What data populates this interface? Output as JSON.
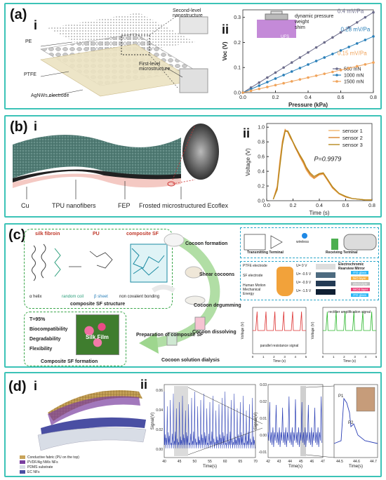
{
  "panel_a": {
    "label": "(a)",
    "sub_i": "i",
    "sub_ii": "ii",
    "layers": {
      "pe": "PE",
      "ptfe": "PTFE",
      "agnws": "AgNWs electrode"
    },
    "second_level": "Second-level nanostructure",
    "first_level": "First-level microstructure",
    "inset": {
      "dynamic": "dynamic pressure",
      "weight": "weight",
      "shim": "shim",
      "ufs": "UFS"
    },
    "chart_data": {
      "type": "line",
      "xlabel": "Pressure (kPa)",
      "ylabel": "Voc (V)",
      "xlim": [
        0,
        0.8
      ],
      "ylim": [
        0,
        0.33
      ],
      "xticks": [
        "0.0",
        "0.2",
        "0.4",
        "0.6",
        "0.8"
      ],
      "yticks": [
        "0.0",
        "0.1",
        "0.2",
        "0.3"
      ],
      "series": [
        {
          "name": "500 mN",
          "color": "#6b6b8a",
          "x": [
            0,
            0.05,
            0.1,
            0.15,
            0.2,
            0.25,
            0.3,
            0.35,
            0.4,
            0.45,
            0.5,
            0.55,
            0.6,
            0.65,
            0.7,
            0.75,
            0.8
          ],
          "y": [
            0,
            0.02,
            0.04,
            0.06,
            0.08,
            0.1,
            0.12,
            0.14,
            0.16,
            0.18,
            0.2,
            0.22,
            0.24,
            0.26,
            0.28,
            0.3,
            0.32
          ]
        },
        {
          "name": "1000 mN",
          "color": "#2a7fb8",
          "x": [
            0,
            0.05,
            0.1,
            0.15,
            0.2,
            0.25,
            0.3,
            0.35,
            0.4,
            0.45,
            0.5,
            0.55,
            0.6,
            0.65,
            0.7,
            0.75,
            0.8
          ],
          "y": [
            0,
            0.014,
            0.028,
            0.042,
            0.056,
            0.07,
            0.084,
            0.098,
            0.112,
            0.126,
            0.14,
            0.154,
            0.168,
            0.182,
            0.196,
            0.21,
            0.224
          ]
        },
        {
          "name": "1500 mN",
          "color": "#f0a35a",
          "x": [
            0,
            0.05,
            0.1,
            0.15,
            0.2,
            0.25,
            0.3,
            0.35,
            0.4,
            0.45,
            0.5,
            0.55,
            0.6,
            0.65,
            0.7,
            0.75,
            0.8
          ],
          "y": [
            0,
            0.0075,
            0.015,
            0.0225,
            0.03,
            0.0375,
            0.045,
            0.0525,
            0.06,
            0.0675,
            0.075,
            0.0825,
            0.09,
            0.0975,
            0.105,
            0.1125,
            0.12
          ]
        }
      ],
      "annotations": [
        "0.4 mV/Pa",
        "0.28 mV/Pa",
        "0.15 mV/Pa"
      ]
    }
  },
  "panel_b": {
    "label": "(b)",
    "sub_i": "i",
    "sub_ii": "ii",
    "layers": {
      "cu": "Cu",
      "tpu": "TPU nanofibers",
      "fep": "FEP",
      "ecoflex": "Frosted microstructured Ecoflex"
    },
    "chart_data": {
      "type": "line",
      "xlabel": "Time (s)",
      "ylabel": "Voltage (V)",
      "xlim": [
        0,
        0.8
      ],
      "ylim": [
        0,
        1.05
      ],
      "xticks": [
        "0.0",
        "0.2",
        "0.4",
        "0.6",
        "0.8"
      ],
      "yticks": [
        "0.0",
        "0.2",
        "0.4",
        "0.6",
        "0.8",
        "1.0"
      ],
      "annotation": "P=0.9979",
      "series": [
        {
          "name": "sensor 1",
          "color": "#f2b36b",
          "x": [
            0.05,
            0.08,
            0.1,
            0.12,
            0.14,
            0.16,
            0.18,
            0.2,
            0.22,
            0.25,
            0.28,
            0.3,
            0.33,
            0.36,
            0.4,
            0.43,
            0.46,
            0.5,
            0.55,
            0.6,
            0.65,
            0.7,
            0.75,
            0.8
          ],
          "y": [
            0.02,
            0.2,
            0.55,
            0.82,
            0.97,
            0.93,
            0.85,
            0.8,
            0.72,
            0.6,
            0.5,
            0.42,
            0.34,
            0.3,
            0.35,
            0.36,
            0.28,
            0.17,
            0.09,
            0.05,
            0.03,
            0.02,
            0.01,
            0.01
          ]
        },
        {
          "name": "sensor 2",
          "color": "#d9822b",
          "x": [
            0.05,
            0.08,
            0.1,
            0.12,
            0.14,
            0.16,
            0.18,
            0.2,
            0.22,
            0.25,
            0.28,
            0.3,
            0.33,
            0.36,
            0.4,
            0.43,
            0.46,
            0.5,
            0.55,
            0.6,
            0.65,
            0.7,
            0.75,
            0.8
          ],
          "y": [
            0.02,
            0.18,
            0.5,
            0.8,
            0.96,
            0.94,
            0.86,
            0.79,
            0.71,
            0.61,
            0.52,
            0.44,
            0.36,
            0.31,
            0.36,
            0.37,
            0.29,
            0.18,
            0.1,
            0.05,
            0.03,
            0.02,
            0.01,
            0.01
          ]
        },
        {
          "name": "sensor 3",
          "color": "#b58a1f",
          "x": [
            0.05,
            0.08,
            0.1,
            0.12,
            0.14,
            0.16,
            0.18,
            0.2,
            0.22,
            0.25,
            0.28,
            0.3,
            0.33,
            0.36,
            0.4,
            0.43,
            0.46,
            0.5,
            0.55,
            0.6,
            0.65,
            0.7,
            0.75,
            0.8
          ],
          "y": [
            0.02,
            0.15,
            0.46,
            0.76,
            0.94,
            0.95,
            0.88,
            0.8,
            0.73,
            0.63,
            0.54,
            0.46,
            0.38,
            0.33,
            0.37,
            0.38,
            0.3,
            0.19,
            0.1,
            0.06,
            0.03,
            0.02,
            0.01,
            0.01
          ]
        }
      ]
    }
  },
  "panel_c": {
    "label": "(c)",
    "silk": "silk fibroin",
    "pu": "PU",
    "composite": "composite SF",
    "alpha": "α helix",
    "random": "random coil",
    "beta": "β sheet",
    "noncov": "non covalent bonding",
    "structure": "composite SF structure",
    "props": [
      "T=95%",
      "Biocompatibility",
      "Degradability",
      "Flexibility"
    ],
    "silk_film": "Silk Film",
    "formation": "Composite SF formation",
    "prep": "Preparation of composite SF",
    "steps": [
      "Cocoon formation",
      "Shear cocoons",
      "Cocoon degumming",
      "Cocoon dissolving",
      "Cocoon solution dialysis"
    ],
    "transmit": "Transmitting Terminal",
    "receive": "Receiving Terminal",
    "wireless": "wireless",
    "ptfe_el": "PTFE electrode",
    "sf_el": "SF electrode",
    "human": "Human Motion Mechanical Energy",
    "voltages": [
      "U= 0 V",
      "U= -0.5 V",
      "U= -0.9 V",
      "U= -1.5 V"
    ],
    "mirror": "Electrochromic Rearview Mirror",
    "mirror_layers": [
      "ITO glass",
      "NiO layer",
      "electrolyte",
      "WO3 layer",
      "ITO glass"
    ],
    "parallel": "parallel resistance signal",
    "rectifier": "rectifier amplification signal",
    "c_xlabel": "Time (s)",
    "c_ylabel": "Voltage (V)"
  },
  "panel_d": {
    "label": "(d)",
    "sub_i": "i",
    "sub_ii": "ii",
    "legend": [
      {
        "name": "Conductive fabric (PU on the top)",
        "color": "#c9a45a"
      },
      {
        "name": "PVDF/Ag NWs NFs",
        "color": "#7a3fa0"
      },
      {
        "name": "PDMS substrate",
        "color": "#d8dde6"
      },
      {
        "name": "EC NFs",
        "color": "#4a4fa3"
      }
    ],
    "ylabel": "Signal(V)",
    "xlabel": "Time(s)",
    "xticks1": [
      "40",
      "45",
      "50",
      "55",
      "60",
      "65",
      "70"
    ],
    "yticks1": [
      "0.00",
      "0.02",
      "0.04",
      "0.06"
    ],
    "xticks2": [
      "42",
      "43",
      "44",
      "45",
      "46",
      "47"
    ],
    "yticks2": [
      "-0.01",
      "0.00",
      "0.01",
      "0.02",
      "0.03"
    ],
    "xticks3": [
      "44.5",
      "44.6",
      "44.7"
    ],
    "p1": "P1",
    "p2": "P2"
  }
}
